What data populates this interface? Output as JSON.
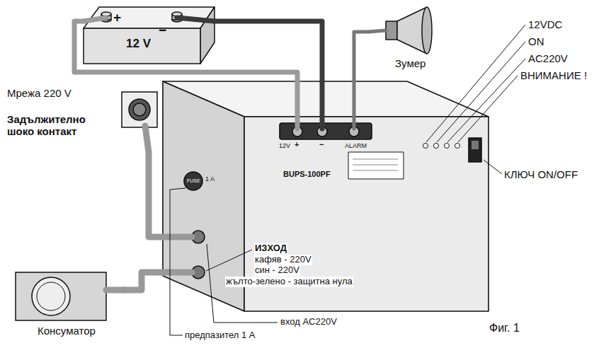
{
  "diagram": {
    "caption": "Фиг. 1",
    "nodes": [
      {
        "text": [
          "+",
          "−",
          "12 V"
        ]
      },
      {
        "text": [
          "Зумер"
        ]
      },
      {
        "text": [
          "Мрежа 220 V",
          "Задължително шоко контакт"
        ]
      },
      {
        "text": [
          "12V",
          "+",
          "−",
          "ALARM",
          "BUPS-100PF",
          "FUSE",
          "1 A"
        ]
      },
      {
        "text": [
          "Консуматор"
        ]
      }
    ],
    "edges": [
      {
        "from": 0,
        "to": 3,
        "arrow": "none"
      },
      {
        "from": 0,
        "to": 3,
        "arrow": "none"
      },
      {
        "from": 1,
        "to": 3,
        "arrow": "none"
      },
      {
        "from": 2,
        "to": 3,
        "arrow": "none"
      },
      {
        "from": 3,
        "to": 4,
        "arrow": "none"
      }
    ],
    "labels": [
      "12VDC",
      "ON",
      "AC220V",
      "ВНИМАНИЕ !",
      "КЛЮЧ ON/OFF",
      "ИЗХОД",
      "кафяв - 220V",
      "син - 220V",
      "жълто-зелено - защитна нула",
      "вход AC220V",
      "предпазител 1 A"
    ]
  }
}
